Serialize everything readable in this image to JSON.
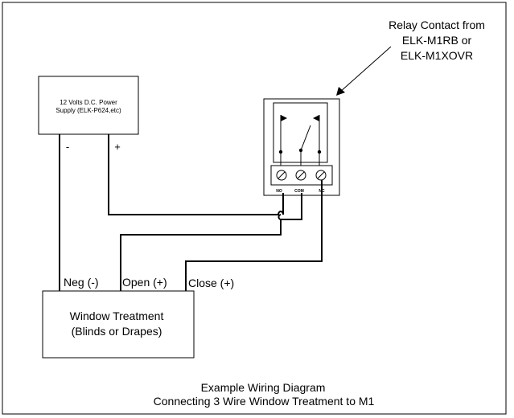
{
  "power_supply": {
    "line1": "12 Volts D.C. Power",
    "line2": "Supply (ELK-P624,etc)",
    "neg_terminal": "-",
    "pos_terminal": "+"
  },
  "relay": {
    "callout_line1": "Relay Contact from",
    "callout_line2": "ELK-M1RB or",
    "callout_line3": "ELK-M1XOVR",
    "term_no": "NO",
    "term_com": "COM",
    "term_nc": "NC"
  },
  "window_treatment": {
    "line1": "Window Treatment",
    "line2": "(Blinds or Drapes)",
    "neg_label": "Neg (-)",
    "open_label": "Open (+)",
    "close_label": "Close (+)"
  },
  "caption": {
    "line1": "Example Wiring Diagram",
    "line2": "Connecting 3 Wire Window Treatment to M1"
  }
}
